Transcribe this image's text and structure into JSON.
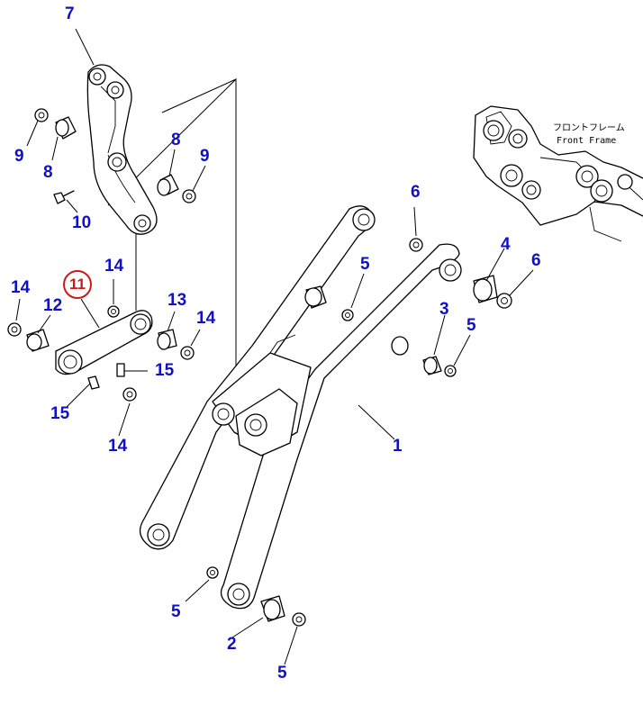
{
  "diagram": {
    "labels": {
      "p1": "1",
      "p2": "2",
      "p3": "3",
      "p4": "4",
      "p5a": "5",
      "p5b": "5",
      "p5c": "5",
      "p5d": "5",
      "p6a": "6",
      "p6b": "6",
      "p7": "7",
      "p8a": "8",
      "p8b": "8",
      "p9a": "9",
      "p9b": "9",
      "p10": "10",
      "p11": "11",
      "p12": "12",
      "p13": "13",
      "p14a": "14",
      "p14b": "14",
      "p14c": "14",
      "p14d": "14",
      "p15a": "15",
      "p15b": "15"
    },
    "highlighted_part": "11",
    "front_frame_jp": "フロントフレーム",
    "front_frame_en": "Front Frame"
  },
  "colors": {
    "label": "#1010c8",
    "highlight": "#d01818",
    "line": "#000000"
  }
}
